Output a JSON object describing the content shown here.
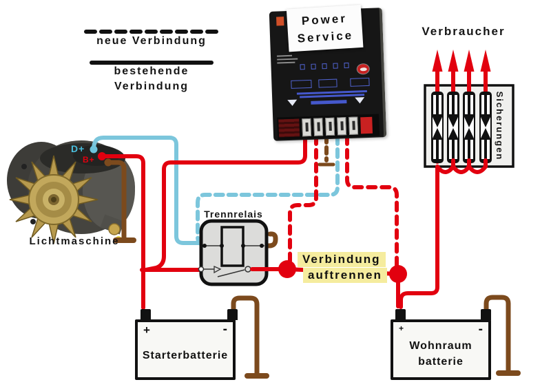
{
  "legend": {
    "new_connection_label": "neue Verbindung",
    "existing_connection_label_line1": "bestehende",
    "existing_connection_label_line2": "Verbindung"
  },
  "power_service": {
    "label_line1": "Power",
    "label_line2": "Service"
  },
  "consumers_label": "Verbraucher",
  "fuses_label": "Sicherungen",
  "alternator": {
    "label": "Lichtmaschine",
    "terminal_d_plus": "D+",
    "terminal_b_plus": "B+"
  },
  "relay_label": "Trennrelais",
  "disconnect_note": {
    "line1": "Verbindung",
    "line2": "auftrennen"
  },
  "starter_battery": {
    "name": "Starterbatterie",
    "plus": "+",
    "minus": "-"
  },
  "living_battery": {
    "name_line1": "Wohnraum",
    "name_line2": "batterie",
    "plus": "+",
    "minus": "-"
  },
  "colors": {
    "wire_red": "#e2000f",
    "wire_light_blue": "#7cc6dc",
    "wire_brown": "#7c4a1d",
    "highlight_yellow": "#f5ec9e",
    "legend_black": "#111111",
    "relay_fill": "#dcdcda",
    "fusebox_fill": "#f0f0ee"
  },
  "connections": [
    {
      "from": "Lichtmaschine D+",
      "to": "Trennrelais Spule",
      "style": "solid",
      "color": "light_blue"
    },
    {
      "from": "Power Service",
      "to": "Trennrelais Spule",
      "style": "dashed",
      "color": "light_blue"
    },
    {
      "from": "Lichtmaschine B+",
      "to": "Starterbatterie +",
      "style": "solid",
      "color": "red"
    },
    {
      "from": "Starterbatterie +",
      "to": "Trennrelais Kontakt",
      "style": "solid",
      "color": "red"
    },
    {
      "from": "Starterbatterie +",
      "to": "Power Service",
      "style": "solid",
      "color": "red"
    },
    {
      "from": "Trennrelais Kontakt",
      "to": "Verbindung-auftrennen Punkt links",
      "style": "solid",
      "color": "red"
    },
    {
      "from": "Power Service",
      "to": "Verbindung-auftrennen Punkt links",
      "style": "dashed",
      "color": "red"
    },
    {
      "from": "Power Service",
      "to": "Verbindung-auftrennen Punkt rechts",
      "style": "dashed",
      "color": "red"
    },
    {
      "from": "Verbindung-auftrennen Punkt rechts",
      "to": "Wohnraumbatterie +",
      "style": "solid",
      "color": "red"
    },
    {
      "from": "Wohnraumbatterie +",
      "to": "Sicherungen",
      "style": "solid",
      "color": "red"
    },
    {
      "from": "Sicherungen",
      "to": "Verbraucher",
      "style": "solid",
      "color": "red"
    },
    {
      "from": "Power Service",
      "to": "Masse",
      "style": "dashed",
      "color": "brown"
    },
    {
      "from": "Trennrelais",
      "to": "Masse",
      "style": "solid",
      "color": "brown"
    },
    {
      "from": "Lichtmaschine",
      "to": "Masse",
      "style": "solid",
      "color": "brown"
    },
    {
      "from": "Starterbatterie -",
      "to": "Masse",
      "style": "solid",
      "color": "brown"
    },
    {
      "from": "Wohnraumbatterie -",
      "to": "Masse",
      "style": "solid",
      "color": "brown"
    }
  ]
}
